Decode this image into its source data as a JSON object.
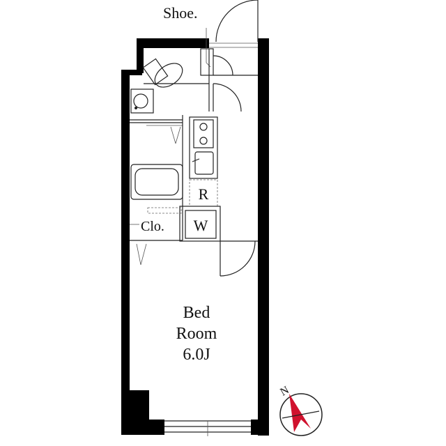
{
  "labels": {
    "shoe": "Shoe.",
    "refrigerator": "R",
    "washer": "W",
    "closet": "Clo.",
    "room_name_line1": "Bed",
    "room_name_line2": "Room",
    "room_size": "6.0J",
    "north": "N"
  },
  "colors": {
    "wall": "#000000",
    "line": "#222222",
    "background": "#ffffff",
    "compass_arrow": "#d0122e"
  }
}
